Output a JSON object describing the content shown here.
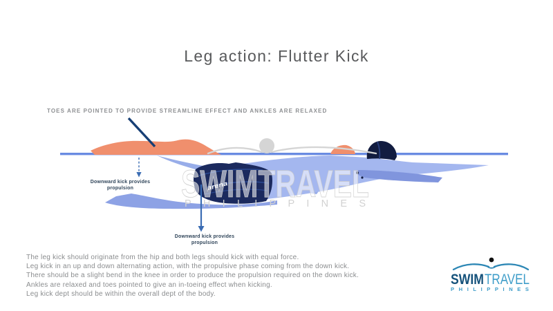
{
  "title": "Leg action: Flutter Kick",
  "annotation": {
    "text": "TOES ARE POINTED TO PROVIDE STREAMLINE EFFECT AND ANKLES ARE RELAXED"
  },
  "diagram": {
    "label_down_kick_1": {
      "line1": "Downward kick provides",
      "line2": "propulsion"
    },
    "label_down_kick_2": {
      "line1": "Downward kick provides",
      "line2": "propulsion"
    },
    "swimsuit_brand": "arena"
  },
  "watermark": {
    "name": "SWIMTRAVEL",
    "subtitle": "PHILIPPINES"
  },
  "notes": {
    "lines": [
      "The leg kick should originate from the hip and both legs should kick with equal force.",
      "Leg kick in an up and down alternating action, with the propulsive phase coming from the down kick.",
      "There should be a slight bend in the knee in order to produce the propulsion required on the down kick.",
      "Ankles are relaxed and toes pointed to give an in-toeing effect when kicking.",
      "Leg kick dept should be within the overall dept of the body."
    ]
  },
  "logo": {
    "swim": "SWIM",
    "travel": "TRAVEL",
    "subtitle": "PHILIPPINES"
  },
  "colors": {
    "body_blue": "#a4b7ef",
    "body_shade_blue": "#8da2e5",
    "skin_orange": "#f08f6d",
    "suit_navy": "#1b2a5e",
    "cap_navy": "#121c40",
    "water_line_blue": "#6a8ce2",
    "arrow_blue": "#3a6cb3",
    "pointer_navy": "#173f75",
    "logo_dark_blue": "#15527b",
    "logo_light_blue": "#3e9dc9",
    "text_gray": "#8a8c8e",
    "title_gray": "#58595b",
    "watermark_gray": "#d5d5d5"
  }
}
